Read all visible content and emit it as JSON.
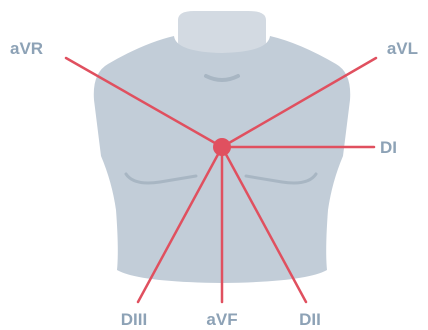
{
  "diagram": {
    "labels": {
      "avr": "aVR",
      "avl": "aVL",
      "di": "DI",
      "dii": "DII",
      "diii": "DIII",
      "avf": "aVF"
    },
    "colors": {
      "lead_line": "#e0505f",
      "center_dot": "#e0505f",
      "label_text": "#8da2b6",
      "torso": "#c2cdd8",
      "neck": "#d3dae2",
      "torso_detail": "#a8b6c3"
    }
  }
}
